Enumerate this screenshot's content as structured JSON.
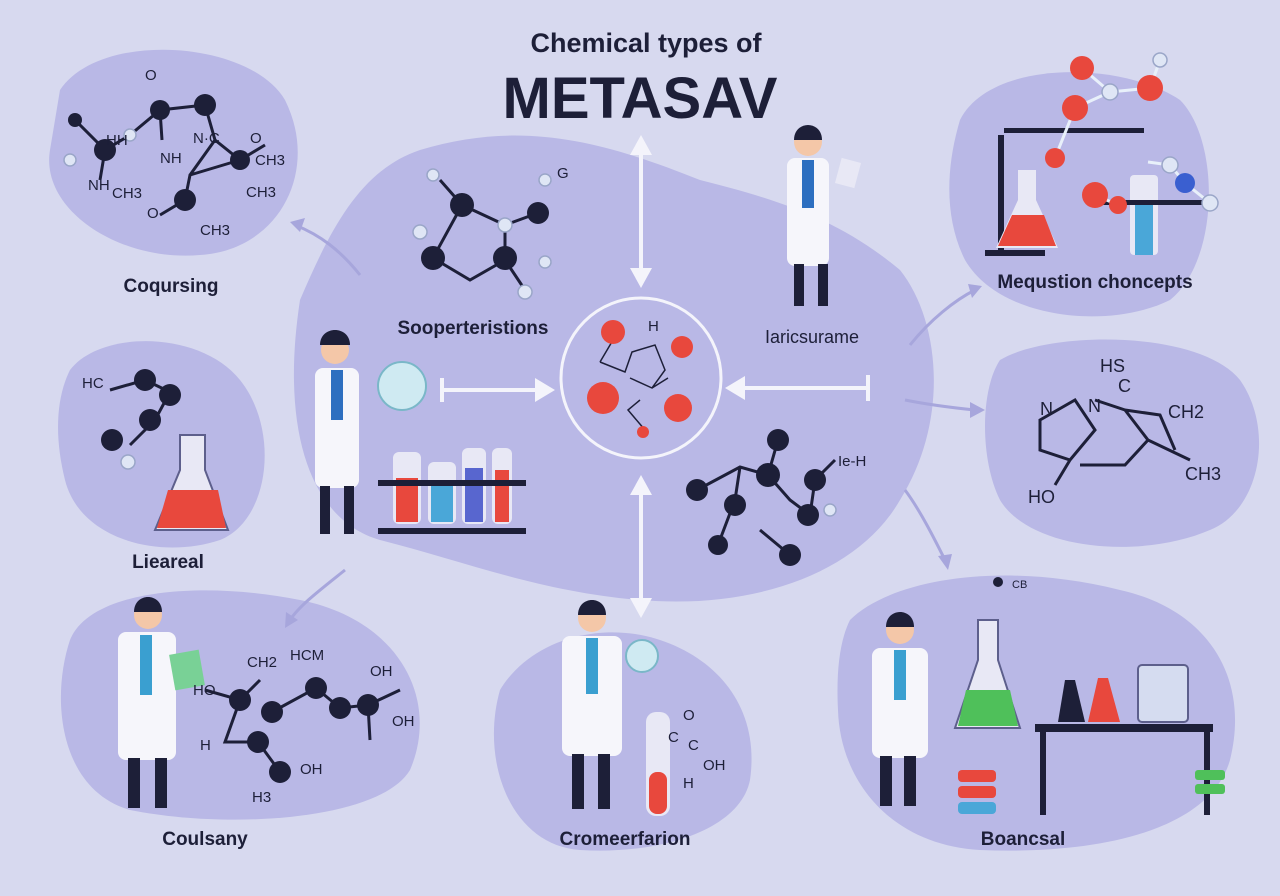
{
  "title": {
    "line1": "Chemical types of",
    "line2": "METASAV"
  },
  "sections": {
    "top_left": "Coqursing",
    "center_top_left": "Sooperteristions",
    "center_top_right": "Iaricsurame",
    "top_right": "Mequstion choncepts",
    "mid_left": "Lieareal",
    "bottom_left": "Coulsany",
    "bottom_center": "Cromeerfarion",
    "bottom_right": "Boancsal"
  },
  "chem_labels": {
    "tl_hh": "HH",
    "tl_o1": "O",
    "tl_nc": "N·C",
    "tl_nh": "NH",
    "tl_nh2": "NH",
    "tl_ch3a": "CH3",
    "tl_o2": "O",
    "tl_ch3b": "CH3",
    "tl_ch3c": "CH3",
    "tl_o3": "O",
    "tl_ch3d": "CH3",
    "ctl_g": "G",
    "center_h": "H",
    "cr_ieh": "Ie‑H",
    "ml_hc": "HC",
    "mr_hs": "HS",
    "mr_c": "C",
    "mr_n1": "N",
    "mr_n2": "N",
    "mr_ch2": "CH2",
    "mr_ch3": "CH3",
    "mr_ho": "HO",
    "bl_ch2": "CH2",
    "bl_hcm": "HCM",
    "bl_oh1": "OH",
    "bl_ho": "HO",
    "bl_oh2": "OH",
    "bl_h": "H",
    "bl_oh3": "OH",
    "bl_h3": "H3",
    "bc_o": "O",
    "bc_c1": "C",
    "bc_c2": "C",
    "bc_oh": "OH",
    "bc_h": "H",
    "br_cb": "CB"
  },
  "colors": {
    "background": "#d7d9ef",
    "blob": "#b9b8e6",
    "ink": "#1d1f38",
    "red": "#e8483d",
    "blue": "#3a8fd0"
  }
}
